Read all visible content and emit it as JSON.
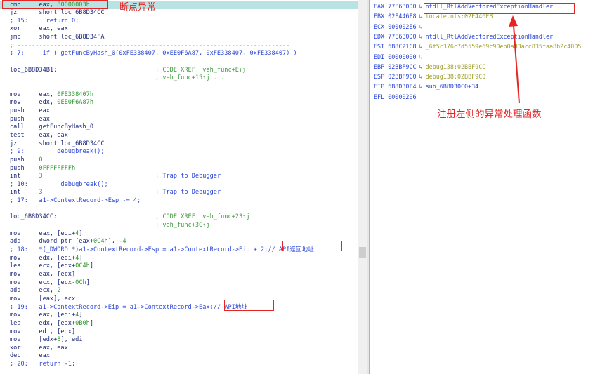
{
  "disasm": {
    "highlighted_line": 0,
    "lines": [
      [
        {
          "t": "cmp     eax, ",
          "c": ""
        },
        {
          "t": "80000003h",
          "c": "num"
        }
      ],
      [
        {
          "t": "jz      short loc_6B8D34CC",
          "c": ""
        }
      ],
      [
        {
          "t": "; 15:     return 0;",
          "c": "cmt"
        }
      ],
      [
        {
          "t": "xor     eax, eax",
          "c": ""
        }
      ],
      [
        {
          "t": "jmp     short loc_6B8D34FA",
          "c": ""
        }
      ],
      [
        {
          "t": "; ---------------------------------------------------------------------------",
          "c": "sep"
        }
      ],
      [
        {
          "t": "; 7:     if ( getFuncByHash_0(0xFE338407, 0xEE0F6A87, 0xFE338407, 0xFE338407) )",
          "c": "cmt"
        }
      ],
      [],
      [
        {
          "t": "loc_6B8D34B1:                           ",
          "c": ""
        },
        {
          "t": "; CODE XREF: veh_func+E↑j",
          "c": "xref"
        }
      ],
      [
        {
          "t": "                                        ",
          "c": ""
        },
        {
          "t": "; veh_func+15↑j ...",
          "c": "xref"
        }
      ],
      [],
      [
        {
          "t": "mov     eax, ",
          "c": ""
        },
        {
          "t": "0FE338407h",
          "c": "num"
        }
      ],
      [
        {
          "t": "mov     edx, ",
          "c": ""
        },
        {
          "t": "0EE0F6A87h",
          "c": "num"
        }
      ],
      [
        {
          "t": "push    eax",
          "c": ""
        }
      ],
      [
        {
          "t": "push    eax",
          "c": ""
        }
      ],
      [
        {
          "t": "call    getFuncByHash_0",
          "c": ""
        }
      ],
      [
        {
          "t": "test    eax, eax",
          "c": ""
        }
      ],
      [
        {
          "t": "jz      short loc_6B8D34CC",
          "c": ""
        }
      ],
      [
        {
          "t": "; 9:       __debugbreak();",
          "c": "cmt"
        }
      ],
      [
        {
          "t": "push    ",
          "c": ""
        },
        {
          "t": "0",
          "c": "num"
        }
      ],
      [
        {
          "t": "push    ",
          "c": ""
        },
        {
          "t": "0FFFFFFFFh",
          "c": "num"
        }
      ],
      [
        {
          "t": "int     ",
          "c": ""
        },
        {
          "t": "3",
          "c": "num"
        },
        {
          "t": "                               ",
          "c": ""
        },
        {
          "t": "; Trap to Debugger",
          "c": "cmt"
        }
      ],
      [
        {
          "t": "; 10:       __debugbreak();",
          "c": "cmt"
        }
      ],
      [
        {
          "t": "int     ",
          "c": ""
        },
        {
          "t": "3",
          "c": "num"
        },
        {
          "t": "                               ",
          "c": ""
        },
        {
          "t": "; Trap to Debugger",
          "c": "cmt"
        }
      ],
      [
        {
          "t": "; 17:   a1->ContextRecord->Esp -= 4;",
          "c": "cmt"
        }
      ],
      [],
      [
        {
          "t": "loc_6B8D34CC:                           ",
          "c": ""
        },
        {
          "t": "; CODE XREF: veh_func+23↑j",
          "c": "xref"
        }
      ],
      [
        {
          "t": "                                        ",
          "c": ""
        },
        {
          "t": "; veh_func+3C↑j",
          "c": "xref"
        }
      ],
      [
        {
          "t": "mov     eax, [edi+",
          "c": ""
        },
        {
          "t": "4",
          "c": "num"
        },
        {
          "t": "]",
          "c": ""
        }
      ],
      [
        {
          "t": "add     dword ptr [eax+",
          "c": ""
        },
        {
          "t": "0C4h",
          "c": "num"
        },
        {
          "t": "], ",
          "c": ""
        },
        {
          "t": "-4",
          "c": "num"
        }
      ],
      [
        {
          "t": "; 18:   *(_DWORD *)a1->ContextRecord->Esp = a1->ContextRecord->Eip + 2;",
          "c": "cmt"
        },
        {
          "t": "// API返回地址",
          "c": "note"
        }
      ],
      [
        {
          "t": "mov     edx, [edi+",
          "c": ""
        },
        {
          "t": "4",
          "c": "num"
        },
        {
          "t": "]",
          "c": ""
        }
      ],
      [
        {
          "t": "lea     ecx, [edx+",
          "c": ""
        },
        {
          "t": "0C4h",
          "c": "num"
        },
        {
          "t": "]",
          "c": ""
        }
      ],
      [
        {
          "t": "mov     eax, [ecx]",
          "c": ""
        }
      ],
      [
        {
          "t": "mov     ecx, [ecx-",
          "c": ""
        },
        {
          "t": "0Ch",
          "c": "num"
        },
        {
          "t": "]",
          "c": ""
        }
      ],
      [
        {
          "t": "add     ecx, ",
          "c": ""
        },
        {
          "t": "2",
          "c": "num"
        }
      ],
      [
        {
          "t": "mov     [eax], ecx",
          "c": ""
        }
      ],
      [
        {
          "t": "; 19:   a1->ContextRecord->Eip = a1->ContextRecord->Eax;",
          "c": "cmt"
        },
        {
          "t": "// API地址",
          "c": "note"
        }
      ],
      [
        {
          "t": "mov     eax, [edi+",
          "c": ""
        },
        {
          "t": "4",
          "c": "num"
        },
        {
          "t": "]",
          "c": ""
        }
      ],
      [
        {
          "t": "lea     edx, [eax+",
          "c": ""
        },
        {
          "t": "0B0h",
          "c": "num"
        },
        {
          "t": "]",
          "c": ""
        }
      ],
      [
        {
          "t": "mov     edi, [edx]",
          "c": ""
        }
      ],
      [
        {
          "t": "mov     [edx+",
          "c": ""
        },
        {
          "t": "8",
          "c": "num"
        },
        {
          "t": "], edi",
          "c": ""
        }
      ],
      [
        {
          "t": "xor     eax, eax",
          "c": ""
        }
      ],
      [
        {
          "t": "dec     eax",
          "c": ""
        }
      ],
      [
        {
          "t": "; 20:   return -1;",
          "c": "cmt"
        }
      ]
    ]
  },
  "registers": [
    {
      "name": "EAX",
      "value": "77E6B0D0",
      "target": "ntdll_RtlAddVectoredExceptionHandler",
      "style": "blue"
    },
    {
      "name": "EBX",
      "value": "02F446F8",
      "target": "locale.nls:02F446F8",
      "style": "olive"
    },
    {
      "name": "ECX",
      "value": "000002E6",
      "target": "",
      "style": "gray"
    },
    {
      "name": "EDX",
      "value": "77E6B0D0",
      "target": "ntdll_RtlAddVectoredExceptionHandler",
      "style": "blue"
    },
    {
      "name": "ESI",
      "value": "6B8C21C8",
      "target": "_6f5c376c7d5559e69c90eb0a83acc835faa8b2c4005",
      "style": "olive"
    },
    {
      "name": "EDI",
      "value": "00000000",
      "target": "",
      "style": "gray"
    },
    {
      "name": "EBP",
      "value": "02BBF9CC",
      "target": "debug138:02BBF9CC",
      "style": "olive"
    },
    {
      "name": "ESP",
      "value": "02BBF9C0",
      "target": "debug138:02BBF9C0",
      "style": "olive"
    },
    {
      "name": "EIP",
      "value": "6B8D30F4",
      "target": "sub_6B8D30C0+34",
      "style": "blue"
    },
    {
      "name": "EFL",
      "value": "00000206",
      "target": null,
      "style": "none"
    }
  ],
  "annotations": {
    "breakpoint_exception": "断点异常",
    "register_handler": "注册左侧的异常处理函数"
  },
  "colors": {
    "highlight": "#b9e3e2",
    "annotation": "#e52424",
    "number": "#2f9a2f",
    "comment": "#2a45d8"
  }
}
